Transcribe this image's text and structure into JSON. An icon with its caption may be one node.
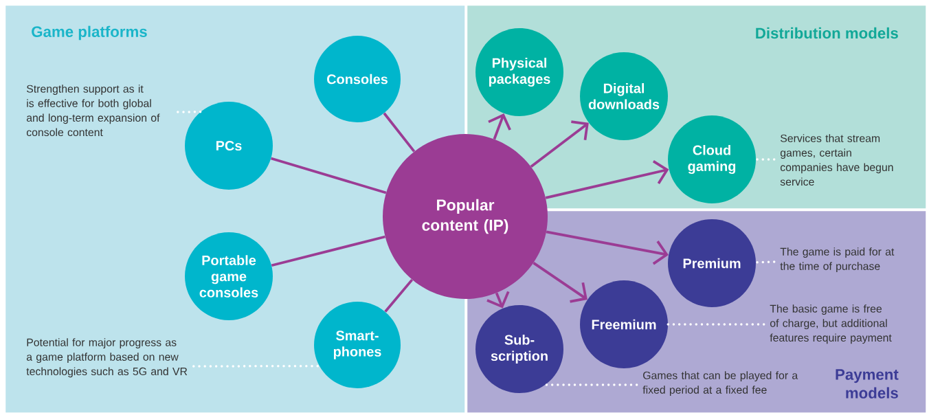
{
  "diagram": {
    "nodes": [
      {
        "text": [
          "Game platforms"
        ]
      },
      {
        "text": [
          "Distribution models"
        ]
      },
      {
        "text": [
          "Payment models"
        ]
      },
      {
        "text": [
          "Consoles"
        ],
        "in": 0
      },
      {
        "text": [
          "PCs"
        ],
        "in": 0
      },
      {
        "text": [
          "Portable game consoles"
        ],
        "in": 0
      },
      {
        "text": [
          "Smart- phones"
        ],
        "in": 0
      },
      {
        "text": [
          "Popular content (IP)"
        ]
      },
      {
        "text": [
          "Physical packages"
        ],
        "in": 1
      },
      {
        "text": [
          "Digital downloads"
        ],
        "in": 1
      },
      {
        "text": [
          "Cloud gaming"
        ],
        "in": 1
      },
      {
        "text": [
          "Premium"
        ],
        "in": 2
      },
      {
        "text": [
          "Freemium"
        ],
        "in": 2
      },
      {
        "text": [
          "Sub- scription"
        ],
        "in": 2
      },
      {
        "text": [
          "Strengthen support as it is effective for both global and long-term expansion of console content"
        ],
        "in": 0
      },
      {
        "text": [
          "Potential for major progress as a game platform based on new technologies such as 5G and VR"
        ],
        "in": 0
      },
      {
        "text": [
          "Services that stream games, certain companies have begun service"
        ],
        "in": 1
      },
      {
        "text": [
          "The game is paid for at the time of purchase"
        ],
        "in": 2
      },
      {
        "text": [
          "The basic game is free of charge, but additional features require payment"
        ],
        "in": 2
      },
      {
        "text": [
          "Games that can be played for a fixed period at a fixed fee"
        ],
        "in": 2
      }
    ],
    "edges": [
      {
        "from": 7,
        "to": 3,
        "arrow": "none"
      },
      {
        "from": 7,
        "to": 4,
        "arrow": "none"
      },
      {
        "from": 7,
        "to": 5,
        "arrow": "none"
      },
      {
        "from": 7,
        "to": 6,
        "arrow": "none"
      },
      {
        "from": 7,
        "to": 8,
        "arrow": "to"
      },
      {
        "from": 7,
        "to": 9,
        "arrow": "to"
      },
      {
        "from": 7,
        "to": 10,
        "arrow": "to"
      },
      {
        "from": 7,
        "to": 11,
        "arrow": "to"
      },
      {
        "from": 7,
        "to": 12,
        "arrow": "to"
      },
      {
        "from": 7,
        "to": 13,
        "arrow": "to"
      },
      {
        "from": 14,
        "to": 4,
        "arrow": "none",
        "style": "dashed",
        "color": "#ffffff"
      },
      {
        "from": 15,
        "to": 6,
        "arrow": "none",
        "style": "dashed",
        "color": "#ffffff"
      },
      {
        "from": 16,
        "to": 10,
        "arrow": "none",
        "style": "dashed",
        "color": "#ffffff"
      },
      {
        "from": 17,
        "to": 11,
        "arrow": "none",
        "style": "dashed",
        "color": "#ffffff"
      },
      {
        "from": 18,
        "to": 12,
        "arrow": "none",
        "style": "dashed",
        "color": "#ffffff"
      },
      {
        "from": 19,
        "to": 13,
        "arrow": "none",
        "style": "dashed",
        "color": "#ffffff"
      }
    ]
  }
}
